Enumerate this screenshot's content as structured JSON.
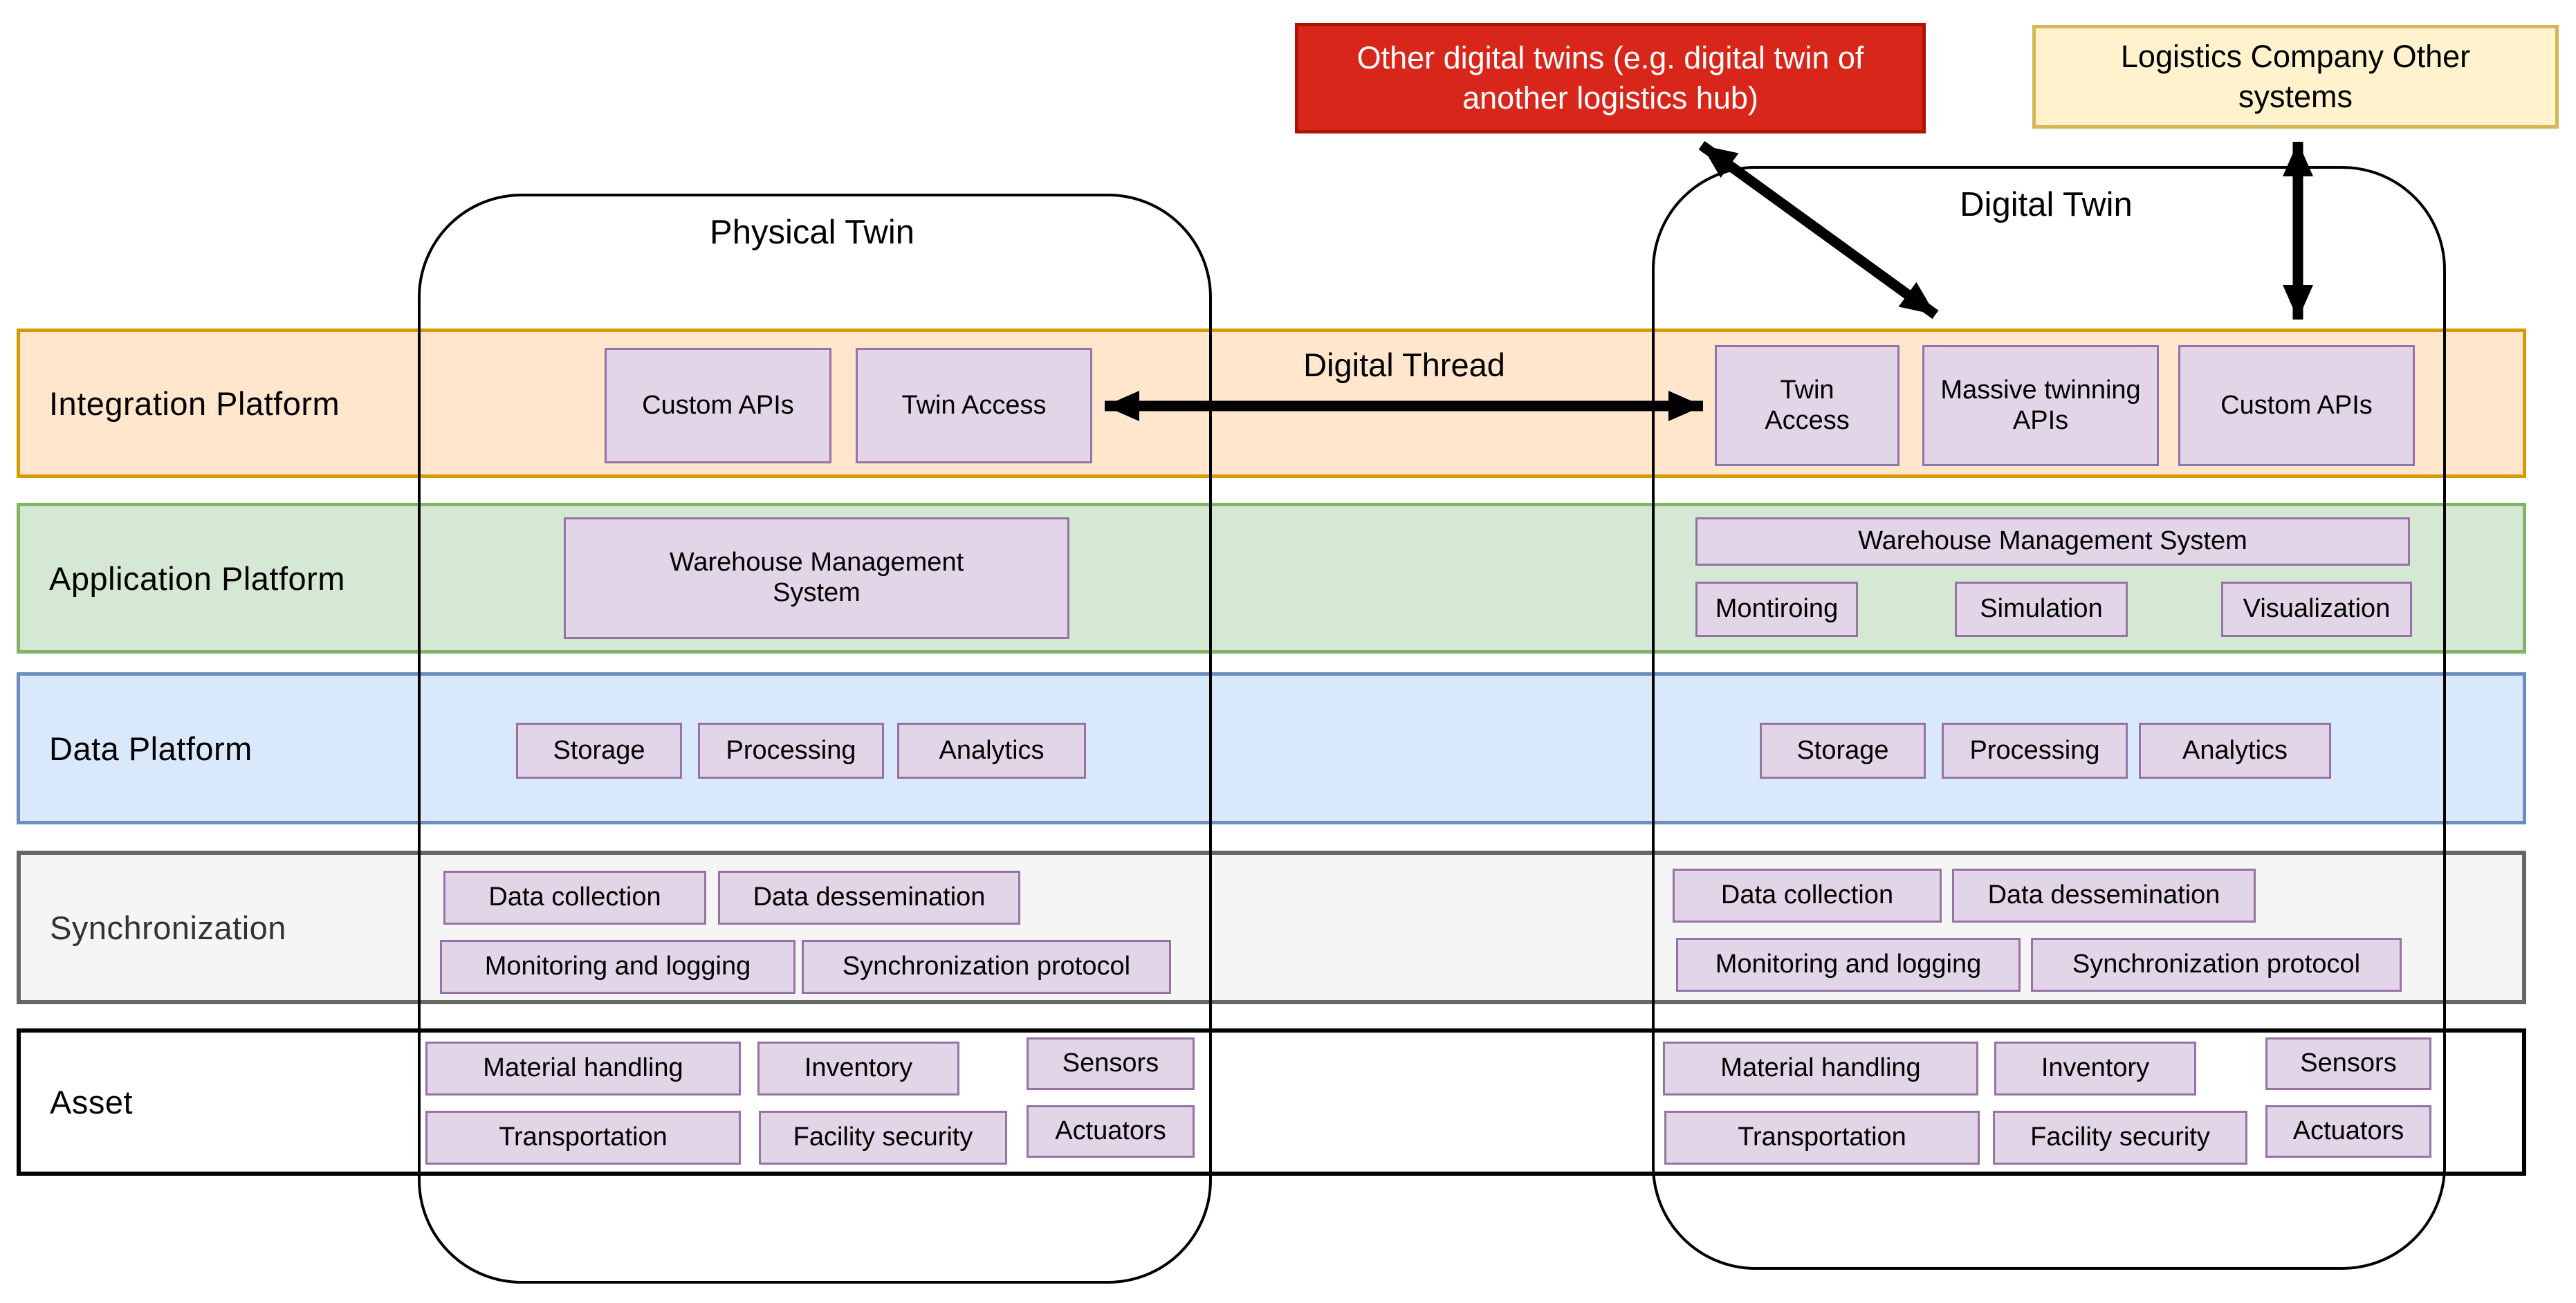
{
  "diagram": {
    "external_boxes": {
      "other_digital_twins": "Other digital twins (e.g. digital twin of another logistics hub)",
      "logistics_company": "Logistics Company Other systems"
    },
    "containers": {
      "physical_twin": "Physical Twin",
      "digital_twin": "Digital Twin"
    },
    "digital_thread_label": "Digital Thread",
    "rows": {
      "integration": {
        "label": "Integration Platform",
        "physical": [
          "Custom APIs",
          "Twin Access"
        ],
        "digital": [
          "Twin Access",
          "Massive twinning APIs",
          "Custom APIs"
        ]
      },
      "application": {
        "label": "Application Platform",
        "physical": [
          "Warehouse Management System"
        ],
        "digital": [
          "Warehouse Management System",
          "Montiroing",
          "Simulation",
          "Visualization"
        ]
      },
      "data": {
        "label": "Data Platform",
        "physical": [
          "Storage",
          "Processing",
          "Analytics"
        ],
        "digital": [
          "Storage",
          "Processing",
          "Analytics"
        ]
      },
      "synchronization": {
        "label": "Synchronization",
        "physical": [
          "Data collection",
          "Data dessemination",
          "Monitoring and logging",
          "Synchronization protocol"
        ],
        "digital": [
          "Data collection",
          "Data dessemination",
          "Monitoring and logging",
          "Synchronization protocol"
        ]
      },
      "asset": {
        "label": "Asset",
        "physical": [
          "Material handling",
          "Inventory",
          "Sensors",
          "Transportation",
          "Facility security",
          "Actuators"
        ],
        "digital": [
          "Material handling",
          "Inventory",
          "Sensors",
          "Transportation",
          "Facility security",
          "Actuators"
        ]
      }
    },
    "colors": {
      "integration_fill": "#ffe6cc",
      "integration_border": "#d79b00",
      "application_fill": "#d5e8d4",
      "application_border": "#82b366",
      "data_fill": "#dae8fc",
      "data_border": "#6c8ebf",
      "synchronization_fill": "#f5f5f5",
      "synchronization_border": "#666666",
      "asset_fill": "#ffffff",
      "asset_border": "#000000",
      "module_fill": "#e1d5e7",
      "module_border": "#9673a6",
      "alert_fill": "#d9261b",
      "alert_border": "#b01208",
      "alert_text": "#ffffff",
      "external_fill": "#fff2cc",
      "external_border": "#d6b656",
      "arrow_color": "#000000"
    }
  }
}
